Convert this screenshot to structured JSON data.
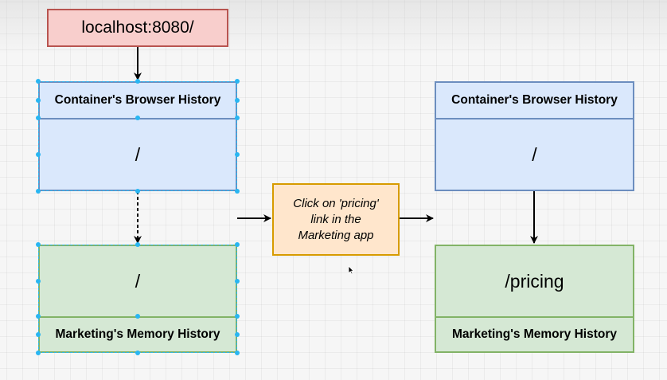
{
  "url_box": {
    "label": "localhost:8080/"
  },
  "left_container": {
    "header": "Container's Browser History",
    "path": "/"
  },
  "left_marketing": {
    "path": "/",
    "header": "Marketing's Memory History"
  },
  "note": {
    "line1": "Click on 'pricing'",
    "line2": "link in the",
    "line3": "Marketing app"
  },
  "right_container": {
    "header": "Container's Browser History",
    "path": "/"
  },
  "right_marketing": {
    "path": "/pricing",
    "header": "Marketing's Memory History"
  },
  "colors": {
    "url_fill": "#f8cecc",
    "url_stroke": "#b85450",
    "blue_fill": "#dae8fc",
    "blue_stroke": "#6c8ebf",
    "green_fill": "#d5e8d4",
    "green_stroke": "#82b366",
    "note_fill": "#ffe6cc",
    "note_stroke": "#d79b00",
    "selection": "#29b6f2"
  }
}
